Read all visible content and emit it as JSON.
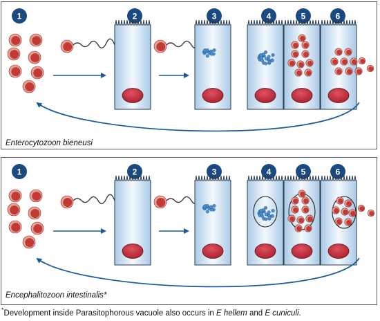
{
  "panels": [
    {
      "species": "Enterocytozoon bieneusi",
      "has_asterisk": false,
      "has_vacuole": false,
      "steps": [
        "1",
        "2",
        "3",
        "4",
        "5",
        "6"
      ]
    },
    {
      "species": "Encephalitozoon intestinalis",
      "has_asterisk": true,
      "has_vacuole": true,
      "steps": [
        "1",
        "2",
        "3",
        "4",
        "5",
        "6"
      ]
    }
  ],
  "footnote": {
    "marker": "*",
    "text_before": "Development inside Parasitophorous vacuole also occurs in ",
    "species_a": "E hellem",
    "connector": " and ",
    "species_b": "E cuniculi",
    "end": "."
  },
  "colors": {
    "circle": "#1a4a80",
    "arrow": "#1a5a9a",
    "cell_fill": "#a9c9e6",
    "cell_stroke": "#2a3a4a",
    "nucleus": "#a8202c",
    "spore": "#c23a35",
    "spore_coat": "#e8a090",
    "sporoplasm": "#4a8fd0"
  }
}
